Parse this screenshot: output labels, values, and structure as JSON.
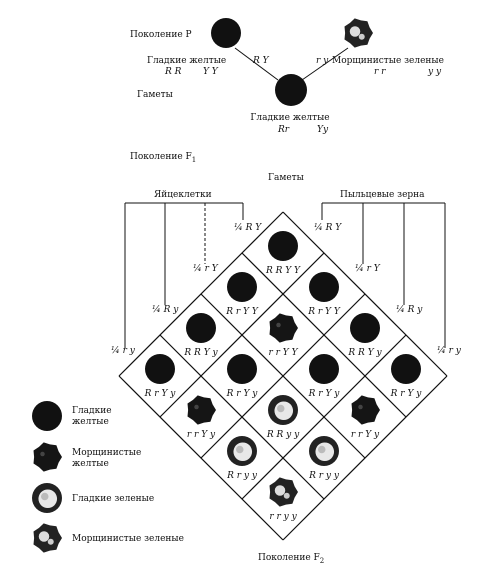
{
  "parents": {
    "generation_label": "Поколение P",
    "left": {
      "name": "Гладкие желтые",
      "genotype_a": "R R",
      "genotype_b": "Y Y",
      "gamete": "R Y"
    },
    "right": {
      "name": "Морщинистые зеленые",
      "genotype_a": "r r",
      "genotype_b": "y y",
      "gamete": "r y"
    }
  },
  "gametes_label_p": "Гаметы",
  "f1": {
    "name": "Гладкие желтые",
    "genotype_a": "Rr",
    "genotype_b": "Yy",
    "generation_label": "Поколение F",
    "generation_sub": "1"
  },
  "gametes_label_f1": "Гаметы",
  "egg_label": "Яйцеклетки",
  "pollen_label": "Пыльцевые зерна",
  "egg_gametes": [
    "¼ R Y",
    "¼ r Y",
    "¼ R y",
    "¼ r y"
  ],
  "pollen_gametes": [
    "¼ R Y",
    "¼ r Y",
    "¼ R y",
    "¼ r y"
  ],
  "grid": [
    {
      "i": 0,
      "j": 0,
      "label": "R R Y Y",
      "phenotype": "smooth-yellow"
    },
    {
      "i": 0,
      "j": 1,
      "label": "R r Y Y",
      "phenotype": "smooth-yellow"
    },
    {
      "i": 0,
      "j": 2,
      "label": "R R Y y",
      "phenotype": "smooth-yellow"
    },
    {
      "i": 0,
      "j": 3,
      "label": "R r Y y",
      "phenotype": "smooth-yellow"
    },
    {
      "i": 1,
      "j": 0,
      "label": "R r Y Y",
      "phenotype": "smooth-yellow"
    },
    {
      "i": 1,
      "j": 1,
      "label": "r r Y Y",
      "phenotype": "wrinkled-yellow"
    },
    {
      "i": 1,
      "j": 2,
      "label": "R r Y y",
      "phenotype": "smooth-yellow"
    },
    {
      "i": 1,
      "j": 3,
      "label": "r r Y y",
      "phenotype": "wrinkled-yellow"
    },
    {
      "i": 2,
      "j": 0,
      "label": "R R Y y",
      "phenotype": "smooth-yellow"
    },
    {
      "i": 2,
      "j": 1,
      "label": "R r Y y",
      "phenotype": "smooth-yellow"
    },
    {
      "i": 2,
      "j": 2,
      "label": "R R y y",
      "phenotype": "smooth-green"
    },
    {
      "i": 2,
      "j": 3,
      "label": "R r y y",
      "phenotype": "smooth-green"
    },
    {
      "i": 3,
      "j": 0,
      "label": "R r Y y",
      "phenotype": "smooth-yellow"
    },
    {
      "i": 3,
      "j": 1,
      "label": "r r Y y",
      "phenotype": "wrinkled-yellow"
    },
    {
      "i": 3,
      "j": 2,
      "label": "R r y y",
      "phenotype": "smooth-green"
    },
    {
      "i": 3,
      "j": 3,
      "label": "r r y y",
      "phenotype": "wrinkled-green"
    }
  ],
  "legend": [
    {
      "phenotype": "smooth-yellow",
      "line1": "Гладкие",
      "line2": "желтые"
    },
    {
      "phenotype": "wrinkled-yellow",
      "line1": "Морщинистые",
      "line2": "желтые"
    },
    {
      "phenotype": "smooth-green",
      "line1": "Гладкие зеленые",
      "line2": ""
    },
    {
      "phenotype": "wrinkled-green",
      "line1": "Морщинистые зеленые",
      "line2": ""
    }
  ],
  "f2": {
    "generation_label": "Поколение F",
    "generation_sub": "2"
  }
}
